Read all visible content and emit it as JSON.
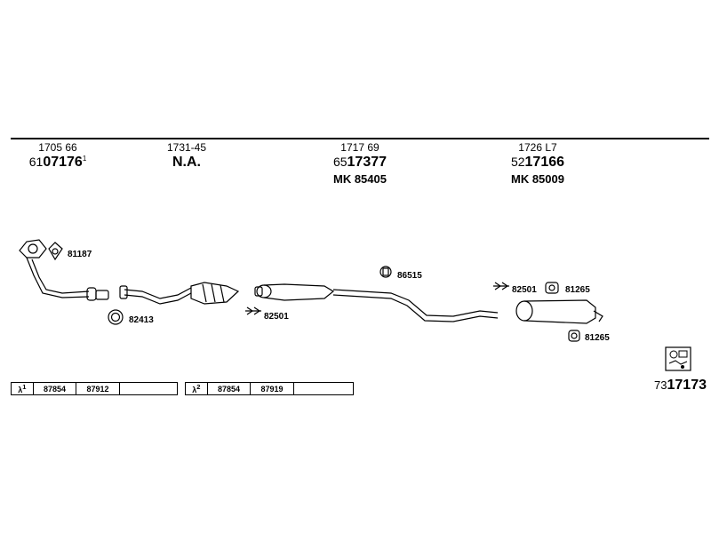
{
  "header_parts": [
    {
      "ref": "1705 66",
      "prefix": "61",
      "number": "07176",
      "suffix": "1",
      "mk": ""
    },
    {
      "ref": "1731-45",
      "prefix": "",
      "number": "N.A.",
      "suffix": "",
      "mk": ""
    },
    {
      "ref": "1717 69",
      "prefix": "65",
      "number": "17377",
      "suffix": "",
      "mk": "MK  85405"
    },
    {
      "ref": "1726 L7",
      "prefix": "52",
      "number": "17166",
      "suffix": "",
      "mk": "MK  85009"
    }
  ],
  "part_labels": {
    "gasket": "81187",
    "ring": "82413",
    "clamp_1": "82501",
    "hanger": "86515",
    "clamp_2": "82501",
    "rubber_1": "81265",
    "rubber_2": "81265"
  },
  "lambda_rows": [
    {
      "symbol": "λ",
      "sup": "1",
      "values": [
        "87854",
        "87912",
        ""
      ]
    },
    {
      "symbol": "λ",
      "sup": "2",
      "values": [
        "87854",
        "87919",
        ""
      ]
    }
  ],
  "catalog": {
    "prefix": "73",
    "number": "17173"
  }
}
